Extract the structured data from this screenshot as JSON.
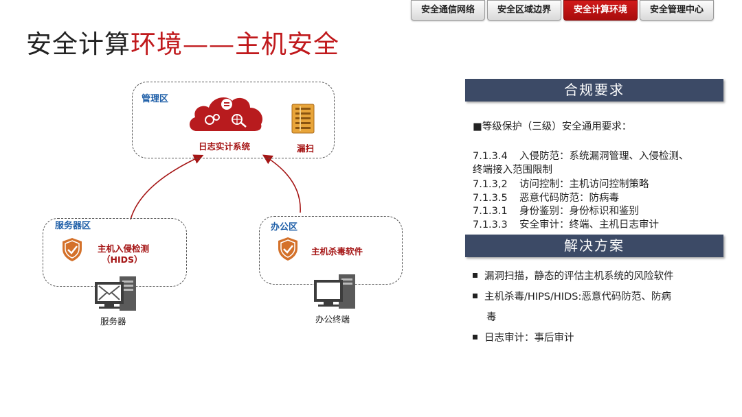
{
  "nav": {
    "tabs": [
      {
        "label": "安全通信网络",
        "active": false
      },
      {
        "label": "安全区域边界",
        "active": false
      },
      {
        "label": "安全计算环境",
        "active": true
      },
      {
        "label": "安全管理中心",
        "active": false
      }
    ]
  },
  "title": {
    "part1": "安全计算",
    "part2": "环境——主机安全"
  },
  "diagram": {
    "management_zone": {
      "label": "管理区",
      "log_system": "日志实计系统",
      "scanner": "漏扫"
    },
    "server_zone": {
      "label": "服务器区",
      "ids_line1": "主机入侵检测",
      "ids_line2": "（HIDS）",
      "device_label": "服务器"
    },
    "office_zone": {
      "label": "办公区",
      "antivirus": "主机杀毒软件",
      "device_label": "办公终端"
    }
  },
  "compliance": {
    "heading": "合规要求",
    "intro": "■等级保护（三级）安全通用要求：",
    "items": [
      {
        "code": "7.1.3.4",
        "text": "入侵防范：系统漏洞管理、入侵检测、"
      },
      {
        "code": "",
        "text": "终端接入范围限制"
      },
      {
        "code": "7.1.3,2",
        "text": "访问控制：主机访问控制策略"
      },
      {
        "code": "7.1.3.5",
        "text": "恶意代码防范：防病毒"
      },
      {
        "code": "7.1.3.1",
        "text": "身份鉴别：身份标识和鉴别"
      },
      {
        "code": "7.1.3.3",
        "text": "安全审计：终端、主机日志审计"
      }
    ]
  },
  "solution": {
    "heading": "解决方案",
    "items": [
      "漏洞扫描，静态的评估主机系统的风险软件",
      "主机杀毒/HIPS/HIDS:恶意代码防范、防病",
      "日志审计：事后审计"
    ],
    "item2_wrap": "毒"
  },
  "colors": {
    "accent": "#c0191c",
    "band": "#3c4a66",
    "zone_label": "#1f5fa8",
    "shield": "#d4712a"
  }
}
